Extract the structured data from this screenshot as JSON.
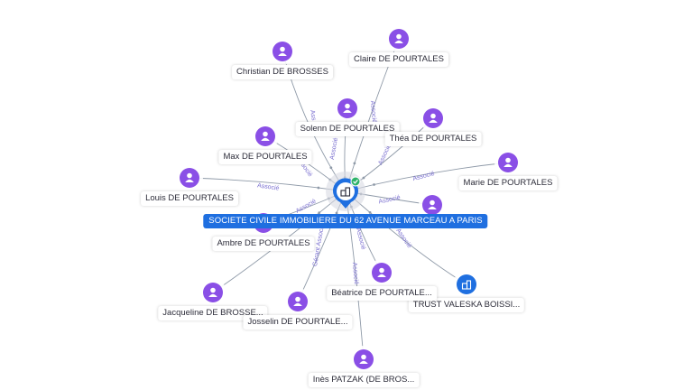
{
  "colors": {
    "person": "#8a4fe6",
    "company": "#1f6fe0",
    "edge": "#8f9aa8",
    "edge_label": "#7a6fd0",
    "check": "#2fb36a"
  },
  "icons": {
    "person": "person-icon",
    "company": "building-icon",
    "verified": "check-icon"
  },
  "center": {
    "label": "SOCIETE CIVILE IMMOBILIERE DU 62 AVENUE MARCEAU A PARIS"
  },
  "nodes": [
    {
      "id": "christian",
      "label": "Christian DE BROSSES",
      "type": "person",
      "edge": "Ass"
    },
    {
      "id": "claire",
      "label": "Claire DE POURTALES",
      "type": "person",
      "edge": "Associé"
    },
    {
      "id": "solenn",
      "label": "Solenn DE POURTALES",
      "type": "person",
      "edge": "Associé"
    },
    {
      "id": "thea",
      "label": "Théa DE POURTALES",
      "type": "person",
      "edge": "Associé"
    },
    {
      "id": "max",
      "label": "Max DE POURTALES",
      "type": "person",
      "edge": "Associé"
    },
    {
      "id": "marie",
      "label": "Marie DE POURTALES",
      "type": "person",
      "edge": "Associé"
    },
    {
      "id": "louis",
      "label": "Louis DE POURTALES",
      "type": "person",
      "edge": "Associé"
    },
    {
      "id": "hidden",
      "label": "",
      "type": "person",
      "edge": "Associé"
    },
    {
      "id": "ambre",
      "label": "Ambre DE POURTALES",
      "type": "person",
      "edge": "Associé"
    },
    {
      "id": "trust",
      "label": "TRUST VALESKA BOISSI...",
      "type": "company",
      "edge": "Associé"
    },
    {
      "id": "jacqueline",
      "label": "Jacqueline DE BROSSE...",
      "type": "person",
      "edge": ""
    },
    {
      "id": "beatrice",
      "label": "Béatrice DE POURTALE...",
      "type": "person",
      "edge": "Associé"
    },
    {
      "id": "josselin",
      "label": "Josselin DE POURTALE...",
      "type": "person",
      "edge": "Gérant Associé"
    },
    {
      "id": "ines",
      "label": "Inès PATZAK (DE BROS...",
      "type": "person",
      "edge": "Associé"
    }
  ]
}
